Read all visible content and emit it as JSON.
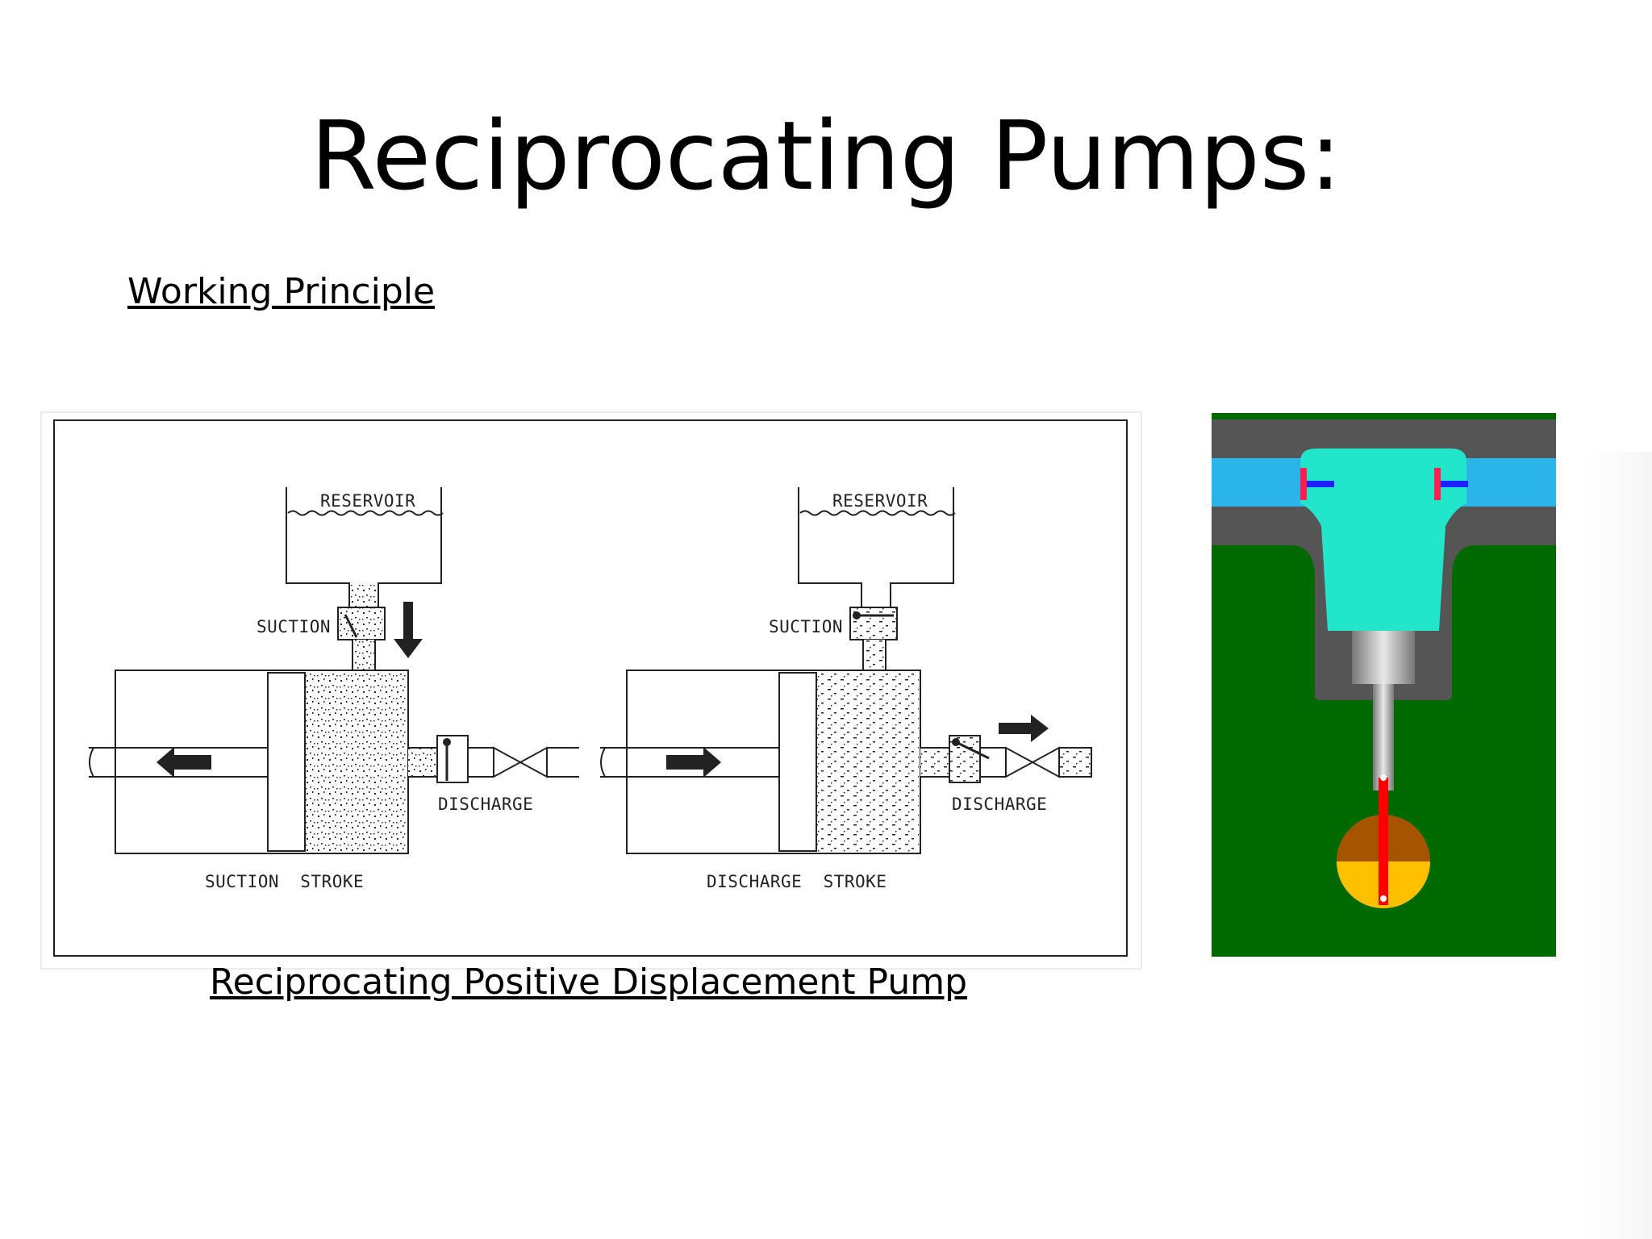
{
  "slide": {
    "title": "Reciprocating Pumps:",
    "subtitle": "Working Principle",
    "caption": "Reciprocating Positive Displacement Pump"
  },
  "diagram_left": {
    "reservoir_label": "RESERVOIR",
    "suction_label": "SUCTION",
    "discharge_label": "DISCHARGE",
    "stroke_label": "SUCTION  STROKE"
  },
  "diagram_right": {
    "reservoir_label": "RESERVOIR",
    "suction_label": "SUCTION",
    "discharge_label": "DISCHARGE",
    "stroke_label": "DISCHARGE  STROKE"
  },
  "colors": {
    "background_green": "#006a00",
    "housing_gray": "#555555",
    "fluid_cyan": "#22e6cc",
    "pipe_fluid_blue": "#2ab4e8",
    "valve_red": "#ff2050",
    "valve_stem_blue": "#2020ff",
    "connecting_rod_red": "#ff0000",
    "crank_brown": "#a65400",
    "crank_yellow": "#ffc000"
  }
}
